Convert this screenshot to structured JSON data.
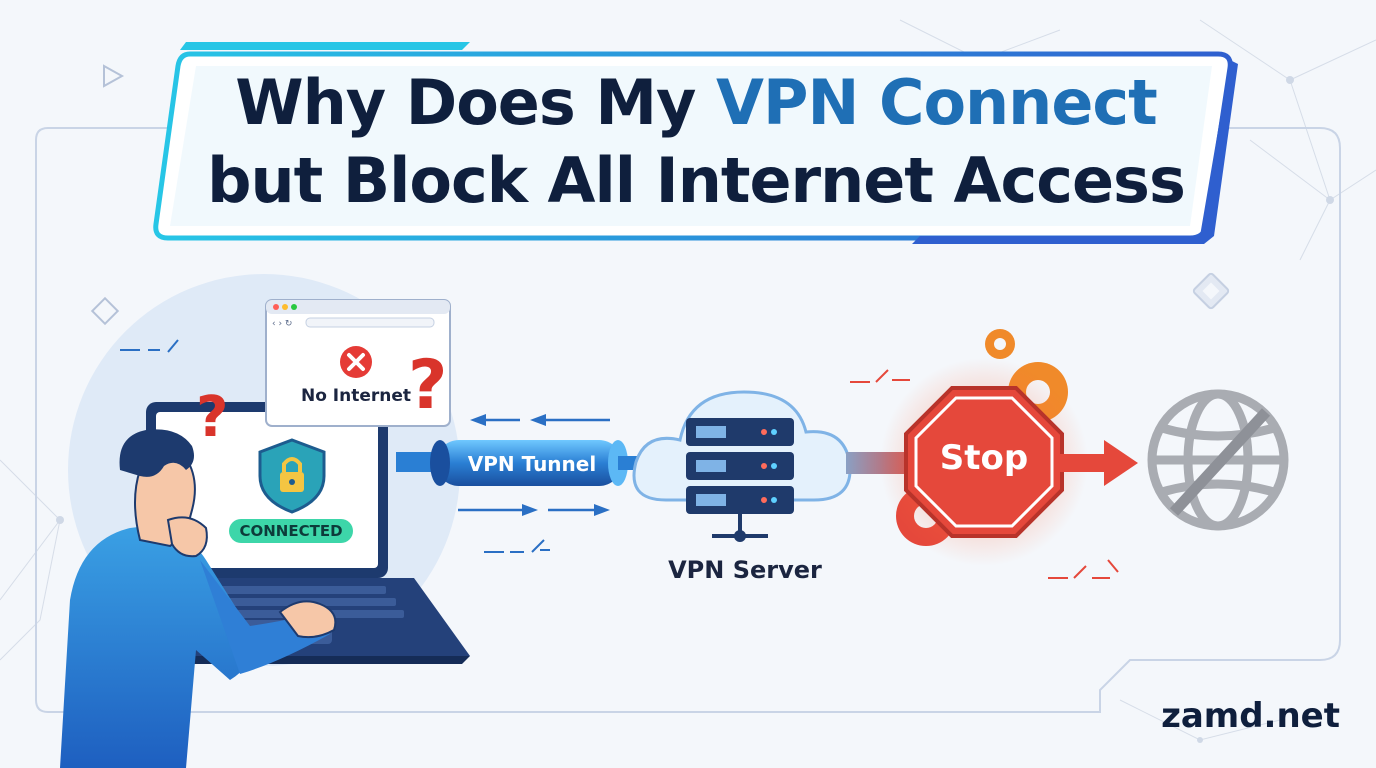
{
  "title": {
    "line1_prefix": "Why Does My ",
    "line1_accent": "VPN Connect",
    "line2": "but Block All Internet Access"
  },
  "browser_popup": {
    "error_text": "No Internet"
  },
  "laptop_screen": {
    "status_badge": "CONNECTED"
  },
  "tunnel": {
    "label": "VPN Tunnel"
  },
  "server": {
    "label": "VPN Server"
  },
  "stop_sign": {
    "label": "Stop"
  },
  "brand": {
    "site": "zamd.net"
  },
  "icons": [
    "question-mark-icon",
    "error-x-icon",
    "shield-lock-icon",
    "server-icon",
    "cloud-icon",
    "gear-icon",
    "stop-sign-icon",
    "blocked-globe-icon",
    "arrow-icon"
  ],
  "colors": {
    "title_dark": "#0f1f3d",
    "title_accent": "#1f6fb5",
    "tunnel_blue": "#2a7fd4",
    "stop_red": "#e5483b",
    "question_red": "#d9342b",
    "connected_green": "#3dd6a9",
    "gear_orange": "#f08a2a"
  }
}
